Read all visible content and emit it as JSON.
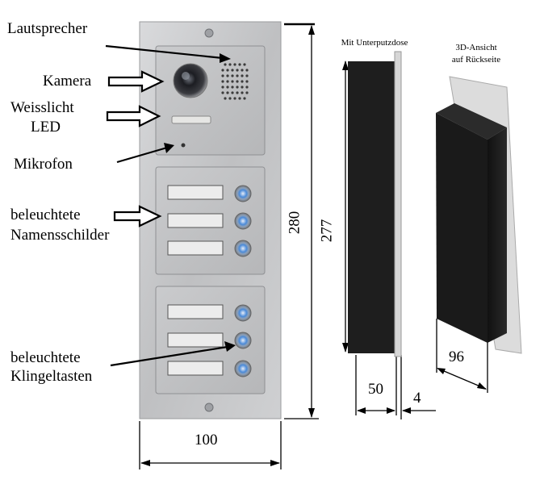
{
  "labels": {
    "speaker": "Lautsprecher",
    "camera": "Kamera",
    "white_led_line1": "Weisslicht",
    "white_led_line2": "LED",
    "microphone": "Mikrofon",
    "name_plates_line1": "beleuchtete",
    "name_plates_line2": "Namensschilder",
    "bell_buttons_line1": "beleuchtete",
    "bell_buttons_line2": "Klingeltasten"
  },
  "side_view": {
    "title": "Mit Unterputzdose"
  },
  "rear_view": {
    "title_line1": "3D-Ansicht",
    "title_line2": "auf Rückseite"
  },
  "dimensions": {
    "panel_width": "100",
    "panel_height": "280",
    "box_height": "277",
    "box_depth": "50",
    "plate_thickness": "4",
    "box_width": "96"
  },
  "colors": {
    "panel": "#c8c9cb",
    "box": "#1c1c1c",
    "button_glow": "#4a8ad8"
  }
}
